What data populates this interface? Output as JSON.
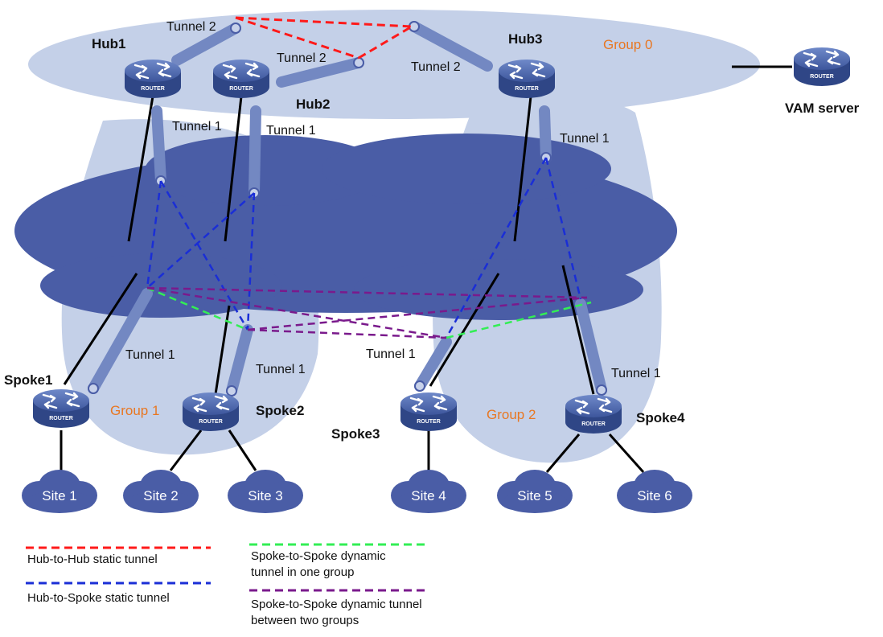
{
  "groups": {
    "g0": "Group 0",
    "g1": "Group 1",
    "g2": "Group 2"
  },
  "devices": {
    "hub1": "Hub1",
    "hub2": "Hub2",
    "hub3": "Hub3",
    "vam": "VAM server",
    "spoke1": "Spoke1",
    "spoke2": "Spoke2",
    "spoke3": "Spoke3",
    "spoke4": "Spoke4",
    "router_caption": "ROUTER"
  },
  "tunnels": {
    "t1": "Tunnel 1",
    "t2": "Tunnel 2"
  },
  "sites": [
    "Site 1",
    "Site 2",
    "Site 3",
    "Site 4",
    "Site 5",
    "Site 6"
  ],
  "legend": {
    "hub_hub": "Hub-to-Hub  static tunnel",
    "hub_spoke": "Hub-to-Spoke  static tunnel",
    "s2s_one_a": "Spoke-to-Spoke  dynamic",
    "s2s_one_b": "tunnel in one group",
    "s2s_two_a": "Spoke-to-Spoke  dynamic tunnel",
    "s2s_two_b": "between two groups"
  },
  "colors": {
    "group_area": "#c4d0e8",
    "internet": "#4a5da6",
    "router": "#3f5aa0",
    "tube": "#7388c2",
    "hub_hub": "#ff1a1a",
    "hub_spoke": "#1a2ed6",
    "s2s_one": "#33ee55",
    "s2s_two": "#7a1a8c"
  }
}
